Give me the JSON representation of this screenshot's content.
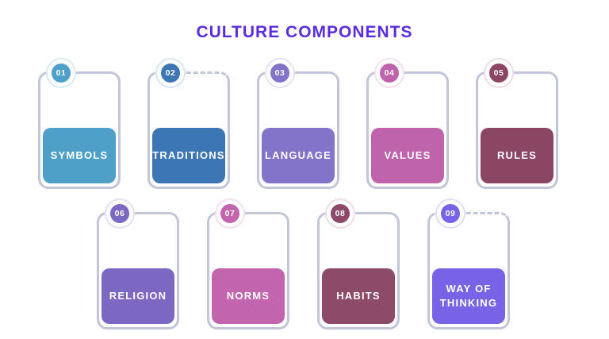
{
  "title": "CULTURE COMPONENTS",
  "colors": {
    "title_gradient_start": "#5B2BE0",
    "title_gradient_end": "#B12BD0",
    "outline": "#C2C6D8",
    "label_text": "#FFFFFF"
  },
  "cards": [
    {
      "number": "01",
      "label": "SYMBOLS",
      "color": "#4EA0C8",
      "ring": "#D9EBF4"
    },
    {
      "number": "02",
      "label": "TRADITIONS",
      "color": "#3D76B5",
      "ring": "#D7E4F2"
    },
    {
      "number": "03",
      "label": "LANGUAGE",
      "color": "#8374C9",
      "ring": "#E6E2F6"
    },
    {
      "number": "04",
      "label": "VALUES",
      "color": "#BF63AD",
      "ring": "#F6DFEF"
    },
    {
      "number": "05",
      "label": "RULES",
      "color": "#8B4664",
      "ring": "#F0DCE5"
    },
    {
      "number": "06",
      "label": "RELIGION",
      "color": "#7A68C2",
      "ring": "#E4E0F5"
    },
    {
      "number": "07",
      "label": "NORMS",
      "color": "#C364AE",
      "ring": "#F6DFEF"
    },
    {
      "number": "08",
      "label": "HABITS",
      "color": "#8D4A69",
      "ring": "#F0DDE6"
    },
    {
      "number": "09",
      "label": "WAY OF THINKING",
      "color": "#7863E6",
      "ring": "#E2DEF9"
    }
  ]
}
